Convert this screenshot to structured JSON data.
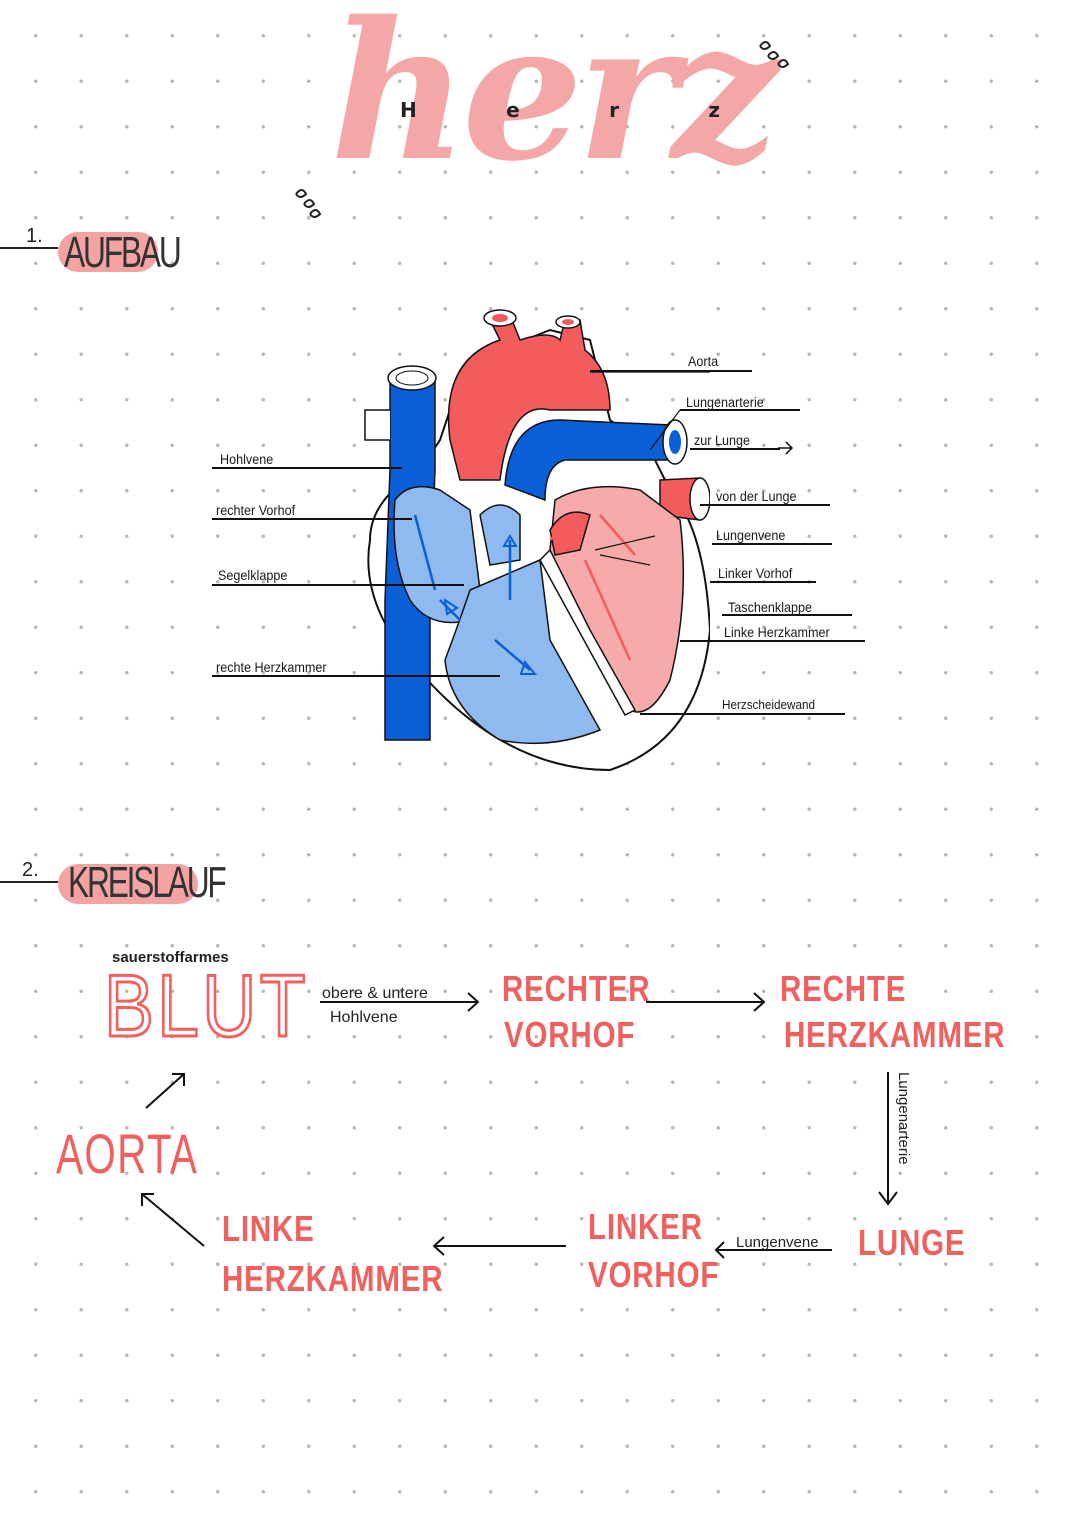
{
  "title": {
    "main": "herz",
    "letters": [
      "H",
      "e",
      "r",
      "z"
    ]
  },
  "section1": {
    "number": "1.",
    "heading": "AUFBAU"
  },
  "heart_labels": {
    "aorta": "Aorta",
    "lungenarterie": "Lungenarterie",
    "zur_lunge": "zur Lunge",
    "von_der_lunge": "von der Lunge",
    "lungenvene": "Lungenvene",
    "linker_vorhof": "Linker Vorhof",
    "taschenklappe": "Taschenklappe",
    "linke_herzkammer": "Linke Herzkammer",
    "herzscheidewand": "Herzscheidewand",
    "hohlvene": "Hohlvene",
    "rechter_vorhof": "rechter Vorhof",
    "segelklappe": "Segelklappe",
    "rechte_herzkammer": "rechte Herzkammer"
  },
  "section2": {
    "number": "2.",
    "heading": "KREISLAUF"
  },
  "circuit": {
    "blut_caption": "sauerstoffarmes",
    "blut": "BLUT",
    "edge_top1_line1": "obere & untere",
    "edge_top1_line2": "Hohlvene",
    "rechter_vorhof_l1": "RECHTER",
    "rechter_vorhof_l2": "VORHOF",
    "rechte_herzkammer_l1": "RECHTE",
    "rechte_herzkammer_l2": "HERZKAMMER",
    "edge_vertical": "Lungenarterie",
    "lunge": "LUNGE",
    "edge_lungenvene": "Lungenvene",
    "linker_vorhof_l1": "LINKER",
    "linker_vorhof_l2": "VORHOF",
    "linke_herzkammer_l1": "LINKE",
    "linke_herzkammer_l2": "HERZKAMMER",
    "aorta": "AORTA"
  },
  "colors": {
    "accent_pink": "#f4a3a3",
    "red_text": "#f0605f",
    "oxygen_rich": "#f25c5c",
    "oxygen_poor_dark": "#0b5fd6",
    "oxygen_poor_light": "#8fbaf0",
    "light_red": "#f6aaaa"
  }
}
